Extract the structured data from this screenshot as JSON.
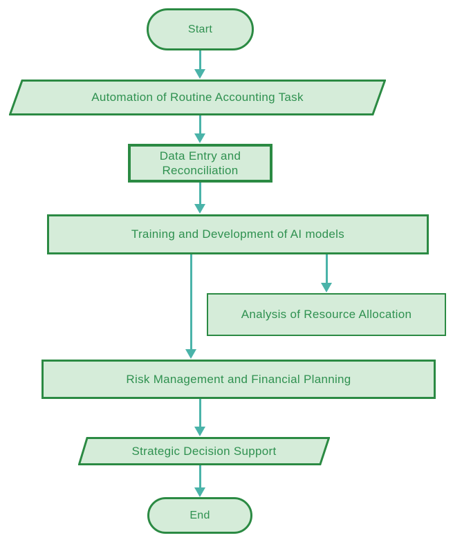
{
  "diagram": {
    "type": "flowchart",
    "colors": {
      "node_fill": "#d5ecd9",
      "node_border": "#2b8a43",
      "text": "#2f9150",
      "arrow": "#4ab3a9",
      "background": "#ffffff"
    },
    "nodes": [
      {
        "id": "start",
        "shape": "stadium",
        "label": "Start"
      },
      {
        "id": "automation",
        "shape": "parallelogram",
        "label": "Automation of Routine Accounting Task"
      },
      {
        "id": "data-entry",
        "shape": "rectangle",
        "label": "Data Entry and Reconciliation"
      },
      {
        "id": "training",
        "shape": "rectangle",
        "label": "Training and Development of AI models"
      },
      {
        "id": "analysis",
        "shape": "rectangle",
        "label": "Analysis of Resource Allocation"
      },
      {
        "id": "risk",
        "shape": "rectangle",
        "label": "Risk Management and Financial Planning"
      },
      {
        "id": "strategic",
        "shape": "parallelogram",
        "label": "Strategic Decision Support"
      },
      {
        "id": "end",
        "shape": "stadium",
        "label": "End"
      }
    ],
    "edges": [
      {
        "from": "start",
        "to": "automation"
      },
      {
        "from": "automation",
        "to": "data-entry"
      },
      {
        "from": "data-entry",
        "to": "training"
      },
      {
        "from": "training",
        "to": "risk"
      },
      {
        "from": "training",
        "to": "analysis"
      },
      {
        "from": "risk",
        "to": "strategic"
      },
      {
        "from": "strategic",
        "to": "end"
      }
    ]
  }
}
